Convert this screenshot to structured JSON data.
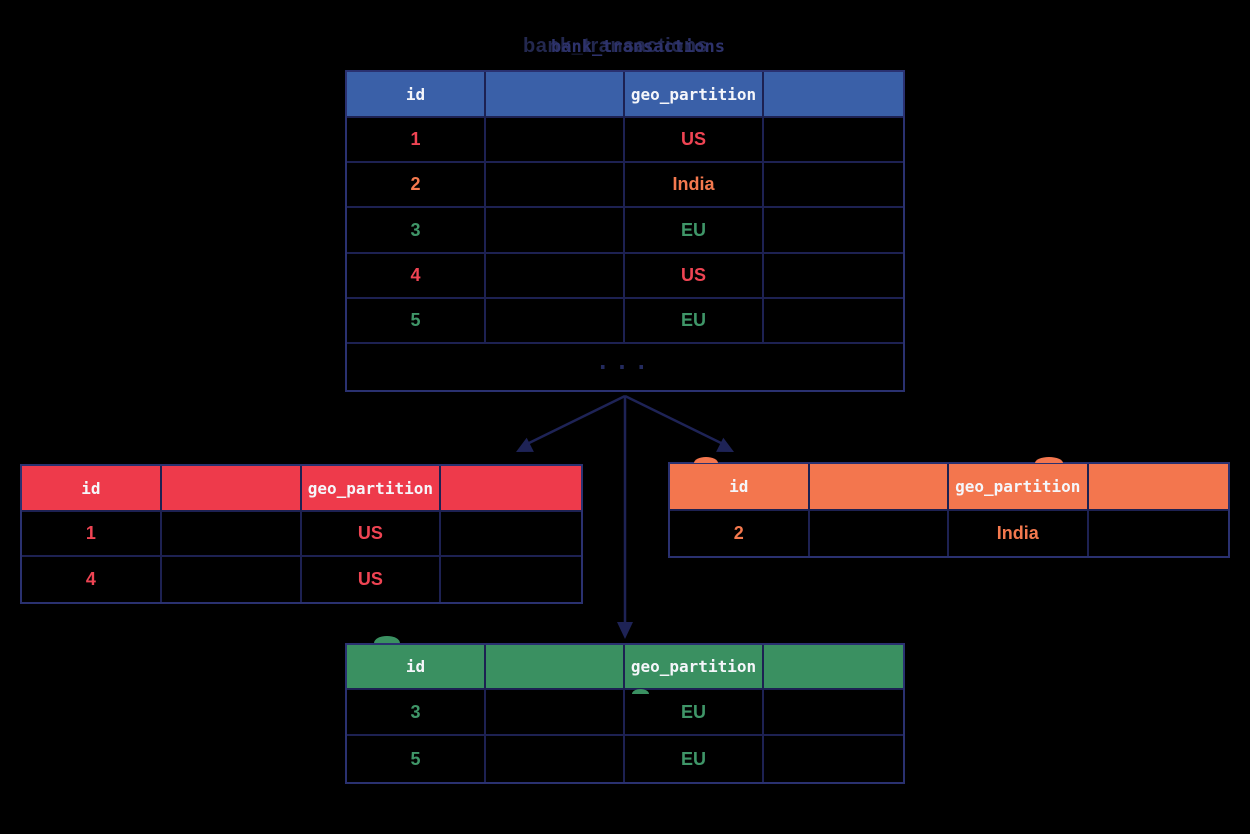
{
  "title": {
    "text": "bank_transactions",
    "ghost_text": "bank_transactions"
  },
  "colors": {
    "bg": "#000000",
    "border": "#1d2152",
    "border-outer": "#2a3170",
    "navy": "#232a5e",
    "blue-header": "#3a60a8",
    "red-header": "#ee3a4b",
    "orange-header": "#f3764e",
    "green-header": "#3a9061",
    "red-text": "#ef4453",
    "orange-text": "#f4794e",
    "green-text": "#3f9668",
    "header-text": "#f5f6fa",
    "title-dark": "#23284f",
    "title-ghost": "#2d326b"
  },
  "tables": {
    "main": {
      "columns": [
        "id",
        "",
        "geo_partition",
        ""
      ],
      "rows": [
        {
          "id": "1",
          "geo_partition": "US",
          "tone": "red"
        },
        {
          "id": "2",
          "geo_partition": "India",
          "tone": "orange"
        },
        {
          "id": "3",
          "geo_partition": "EU",
          "tone": "green"
        },
        {
          "id": "4",
          "geo_partition": "US",
          "tone": "red"
        },
        {
          "id": "5",
          "geo_partition": "EU",
          "tone": "green"
        }
      ],
      "ellipsis": "..."
    },
    "us_partition": {
      "columns": [
        "id",
        "",
        "geo_partition",
        ""
      ],
      "rows": [
        {
          "id": "1",
          "geo_partition": "US"
        },
        {
          "id": "4",
          "geo_partition": "US"
        }
      ]
    },
    "india_partition": {
      "columns": [
        "id",
        "",
        "geo_partition",
        ""
      ],
      "rows": [
        {
          "id": "2",
          "geo_partition": "India"
        }
      ]
    },
    "eu_partition": {
      "columns": [
        "id",
        "",
        "geo_partition",
        ""
      ],
      "rows": [
        {
          "id": "3",
          "geo_partition": "EU"
        },
        {
          "id": "5",
          "geo_partition": "EU"
        }
      ]
    }
  }
}
